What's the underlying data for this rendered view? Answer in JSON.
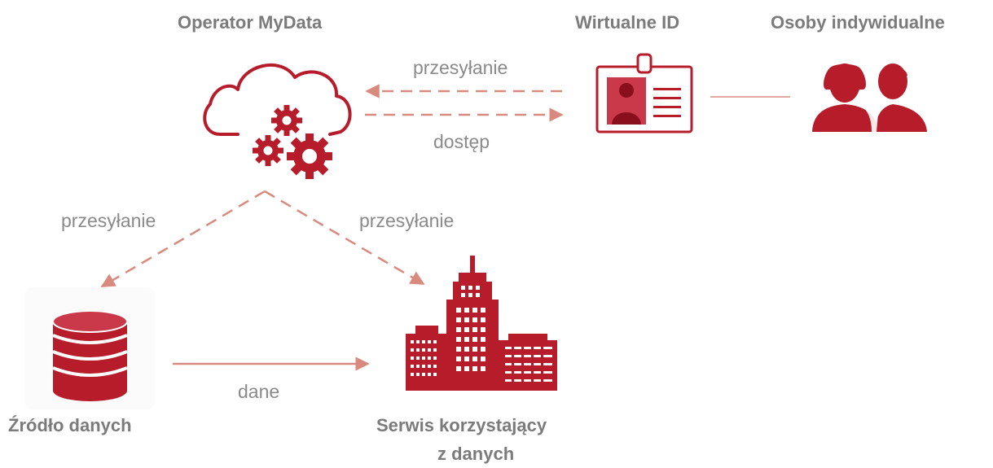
{
  "colors": {
    "accent": "#b71c2b",
    "arrow": "#d98a7e",
    "label": "#8a8a8a",
    "title": "#7b7b7b"
  },
  "nodes": {
    "operator": {
      "label": "Operator MyData",
      "icon": "cloud-gears-icon"
    },
    "virtual_id": {
      "label": "Wirtualne ID",
      "icon": "id-badge-icon"
    },
    "individuals": {
      "label": "Osoby indywidualne",
      "icon": "people-icon"
    },
    "data_source": {
      "label": "Źródło danych",
      "icon": "database-icon"
    },
    "service": {
      "label_line1": "Serwis korzystający",
      "label_line2": "z danych",
      "icon": "office-buildings-icon"
    }
  },
  "edges": {
    "id_to_operator": "przesyłanie",
    "operator_to_id": "dostęp",
    "operator_to_source": "przesyłanie",
    "operator_to_service": "przesyłanie",
    "source_to_service": "dane"
  }
}
